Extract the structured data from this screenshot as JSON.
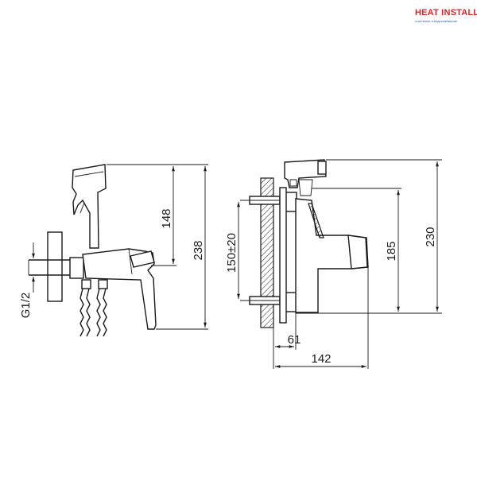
{
  "logo": {
    "name": "HEAT INSTALL",
    "tagline": "отопление и водоснабжение",
    "brand_color": "#d62828",
    "accent_color": "#2b5fa8"
  },
  "dimensions": {
    "front_upper_height": "148",
    "front_total_height": "238",
    "thread": "G1/2",
    "side_mount_spacing": "150±20",
    "side_body_height": "185",
    "side_total_height": "230",
    "side_wall_offset": "61",
    "side_total_depth": "142"
  }
}
